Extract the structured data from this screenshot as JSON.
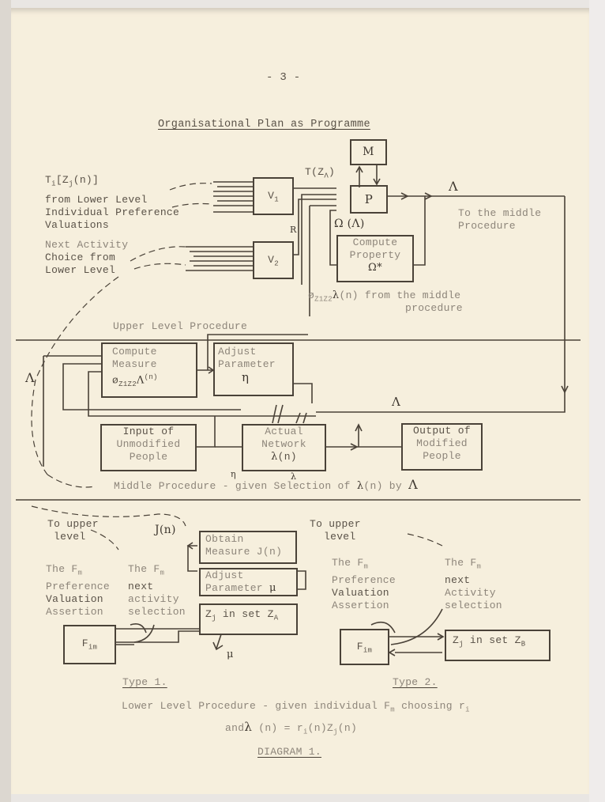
{
  "page_number": "- 3 -",
  "title": "Organisational Plan as Programme",
  "upper": {
    "input1": {
      "line1": "T",
      "line1_sub": "i",
      "formula": "[Z",
      "formula_sub": "j",
      "formula_end": "(n)]",
      "line2": "from Lower Level",
      "line3": "Individual Preference",
      "line4": "Valuations"
    },
    "input2": {
      "line1": "Next Activity",
      "line2": "Choice from",
      "line3": "Lower Level"
    },
    "v1": "V",
    "v1_sub": "1",
    "v2": "V",
    "v2_sub": "2",
    "m_box": "M",
    "p_box": "P",
    "t_label": "T(Z",
    "t_label_sub": "Λ",
    "t_label_end": ")",
    "omega_label": "Ω (Λ)",
    "compute_property": {
      "line1": "Compute",
      "line2": "Property",
      "line3": "Ω*"
    },
    "r_label": "R",
    "lambda_out": "Λ",
    "to_middle": {
      "line1": "To the middle",
      "line2": "Procedure"
    },
    "phi_label": {
      "phi": "ø",
      "sub": "Z",
      "s1": "1",
      "z2": "Z",
      "s2": "2",
      "lam": "λ",
      "end": "(n) from the middle",
      "line2": "procedure"
    },
    "section_label": "Upper Level Procedure",
    "compute_measure": {
      "line1": "Compute",
      "line2": "Measure",
      "phi": "ø",
      "z": "Z",
      "s1": "1",
      "z2": "Z",
      "s2": "2",
      "lam": "Λ",
      "end": "(n)"
    },
    "adjust_parameter": {
      "line1": "Adjust",
      "line2": "Parameter",
      "symbol": "η"
    },
    "side_lambda": "Λ",
    "mid_lambda": "Λ"
  },
  "middle": {
    "input_box": {
      "line1": "Input of",
      "line2": "Unmodified",
      "line3": "People"
    },
    "network_box": {
      "line1": "Actual",
      "line2": "Network",
      "lam": "λ",
      "end": "(n)"
    },
    "output_box": {
      "line1": "Output of",
      "line2": "Modified",
      "line3": "People"
    },
    "eta_mark": "η",
    "lambda_mark": "λ",
    "section_label": "Middle Procedure - given Selection of ",
    "section_lam": "λ",
    "section_mid": "(n) by ",
    "section_Lam": "Λ"
  },
  "lower": {
    "type1": {
      "to_upper": {
        "line1": "To upper",
        "line2": "level"
      },
      "j_label": "J(n)",
      "obtain_measure": {
        "line1": "Obtain",
        "line2": "Measure J(n)"
      },
      "adjust_parameter": {
        "line1": "Adjust",
        "line2": "Parameter",
        "mu": "μ"
      },
      "zj_box": {
        "z": "Z",
        "sub": "j",
        "mid": " in set Z",
        "sub2": "A"
      },
      "pref": {
        "line1": "The F",
        "sub": "m",
        "line2": "Preference",
        "line3": "Valuation",
        "line4": "Assertion"
      },
      "next": {
        "line1": "The F",
        "sub": "m",
        "line2": "next",
        "line3": "activity",
        "line4": "selection"
      },
      "fim": {
        "f": "F",
        "sub": "im"
      },
      "mu": "μ",
      "caption": "Type 1."
    },
    "type2": {
      "to_upper": {
        "line1": "To upper",
        "line2": "level"
      },
      "pref": {
        "line1": "The F",
        "sub": "m",
        "line2": "Preference",
        "line3": "Valuation",
        "line4": "Assertion"
      },
      "next": {
        "line1": "The F",
        "sub": "m",
        "line2": "next",
        "line3": "Activity",
        "line4": "selection"
      },
      "fim": {
        "f": "F",
        "sub": "im"
      },
      "zj_box": {
        "z": "Z",
        "sub": "j",
        "mid": " in set Z",
        "sub2": "B"
      },
      "caption": "Type 2."
    },
    "caption_line1": {
      "a": "Lower Level Procedure - given individual F",
      "sub": "m",
      "b": " choosing r",
      "sub2": "i"
    },
    "caption_line2": {
      "a": "and",
      "lam": "λ",
      "b": " (n) = r",
      "sub": "i",
      "c": "(n)Z",
      "sub2": "j",
      "d": "(n)"
    },
    "diagram_label": "DIAGRAM 1."
  }
}
